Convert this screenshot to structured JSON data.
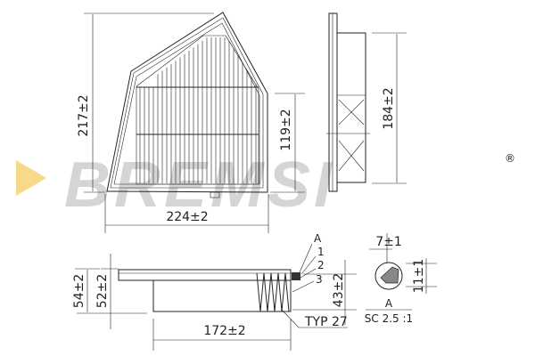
{
  "brand": {
    "name": "BREMSI",
    "registered": "®",
    "triangle_color": "#f7d98a",
    "text_color": "#c8c8c8"
  },
  "dimensions": {
    "height_front": "217±2",
    "width_front": "224±2",
    "side_height": "119±2",
    "depth_height": "184±2",
    "total_height": "54±2",
    "body_height": "52±2",
    "bottom_width": "172±2",
    "pleat_height": "43±2",
    "detail_width": "7±1",
    "detail_height": "11±1"
  },
  "labels": {
    "detail_ref": "A",
    "part_1": "1",
    "part_2": "2",
    "part_3": "3",
    "pleats": "TYP 27",
    "detail_title": "A",
    "scale": "SC 2.5 :1"
  }
}
